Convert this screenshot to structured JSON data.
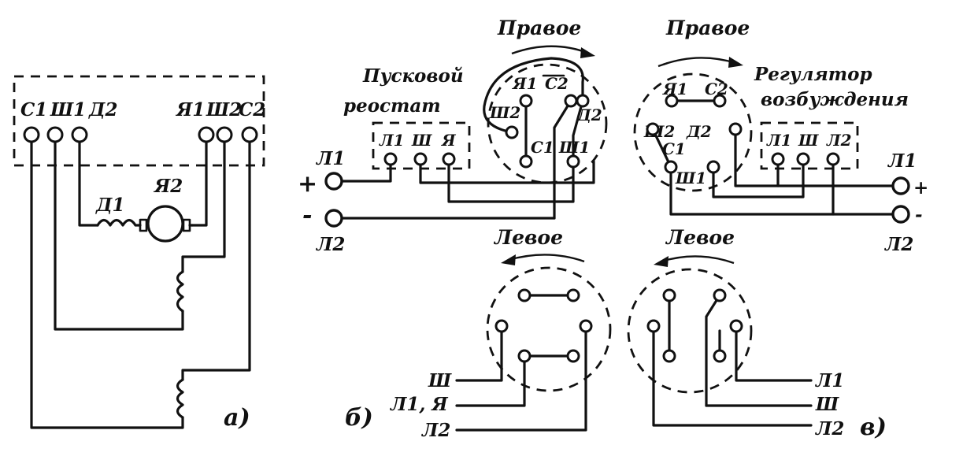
{
  "panel_a": {
    "terminals": {
      "c1": "С1",
      "sh1": "Ш1",
      "d2": "Д2",
      "ya1": "Я1",
      "sh2": "Ш2",
      "c2": "С2"
    },
    "winding_d1": "Д1",
    "armature_ya2": "Я2",
    "caption": "а)"
  },
  "panel_b": {
    "direction_right": "Правое",
    "rheostat_label_line1": "Пусковой",
    "rheostat_label_line2": "реостат",
    "rheostat_terminals": {
      "l1": "Л1",
      "sh": "Ш",
      "ya": "Я"
    },
    "drum_terminals": {
      "ya1": "Я1",
      "c2": "С2",
      "sh2": "Ш2",
      "d2": "Д2",
      "c1": "С1",
      "sh1": "Ш1"
    },
    "line_l1": "Л1",
    "line_l2": "Л2",
    "plus": "+",
    "minus": "-",
    "direction_left": "Левое",
    "bottom_sh": "Ш",
    "bottom_l1ya": "Л1, Я",
    "bottom_l2": "Л2",
    "caption": "б)"
  },
  "panel_c": {
    "direction_right": "Правое",
    "regulator_label_line1": "Регулятор",
    "regulator_label_line2": "возбуждения",
    "drum_terminals": {
      "ya1": "Я1",
      "c2": "С2",
      "sh2": "Ш2",
      "d2": "Д2",
      "c1": "С1",
      "sh1": "Ш1"
    },
    "regulator_terminals": {
      "l1": "Л1",
      "sh": "Ш",
      "l2": "Л2"
    },
    "line_l1": "Л1",
    "line_l2": "Л2",
    "plus": "+",
    "minus": "-",
    "direction_left": "Левое",
    "bottom_l1": "Л1",
    "bottom_sh": "Ш",
    "bottom_l2": "Л2",
    "caption": "в)"
  }
}
